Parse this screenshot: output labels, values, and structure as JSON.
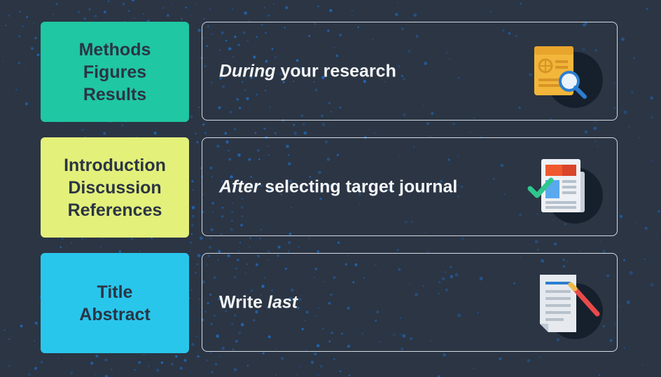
{
  "colors": {
    "background": "#2b3544",
    "methods_tag": "#1fc7a3",
    "introduction_tag": "#e3f07a",
    "title_tag": "#29c6ec",
    "panel_border": "#d6dbe2",
    "dots": "#1e6fc6"
  },
  "rows": [
    {
      "tag_lines": [
        "Methods",
        "Figures",
        "Results"
      ],
      "text_emphasis": "During",
      "text_rest": " your research",
      "icon": "search-report-icon"
    },
    {
      "tag_lines": [
        "Introduction",
        "Discussion",
        "References"
      ],
      "text_emphasis": "After",
      "text_rest": " selecting target journal",
      "icon": "checked-newspaper-icon"
    },
    {
      "tag_lines": [
        "Title",
        "Abstract"
      ],
      "text_prefix": "Write ",
      "text_emphasis": "last",
      "icon": "document-pen-icon"
    }
  ]
}
